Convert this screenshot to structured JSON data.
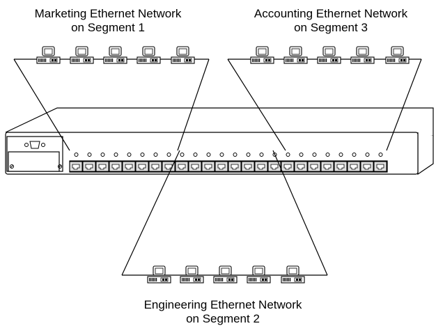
{
  "segments": [
    {
      "id": "marketing",
      "line1": "Marketing Ethernet Network",
      "line2": "on Segment 1",
      "computers": 5
    },
    {
      "id": "accounting",
      "line1": "Accounting Ethernet Network",
      "line2": "on Segment 3",
      "computers": 5
    },
    {
      "id": "engineering",
      "line1": "Engineering Ethernet Network",
      "line2": "on Segment 2",
      "computers": 5
    }
  ],
  "hub": {
    "ports": 24
  },
  "colors": {
    "line": "#000000",
    "port_fill": "#e0e0e0",
    "background": "#ffffff"
  },
  "icons": [
    "computer-icon",
    "serial-port-icon",
    "rj45-port-icon",
    "screw-icon"
  ]
}
